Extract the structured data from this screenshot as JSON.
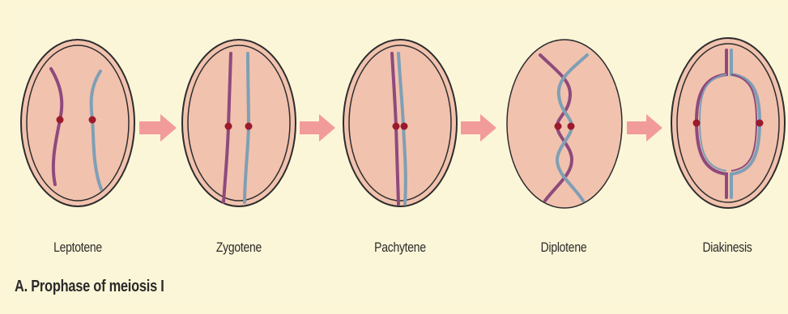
{
  "stages": [
    {
      "label": "Leptotene"
    },
    {
      "label": "Zygotene"
    },
    {
      "label": "Pachytene"
    },
    {
      "label": "Diplotene"
    },
    {
      "label": "Diakinesis"
    }
  ],
  "caption": "A. Prophase of meiosis I",
  "colors": {
    "background": "#fcf6d8",
    "cell_fill": "#f1c2ae",
    "cell_outline": "#2d2d2d",
    "arrow": "#f29b9b",
    "chromosome_purple": "#8e4a7c",
    "chromosome_blue": "#7f9fb4",
    "centromere": "#9b1a2b"
  }
}
